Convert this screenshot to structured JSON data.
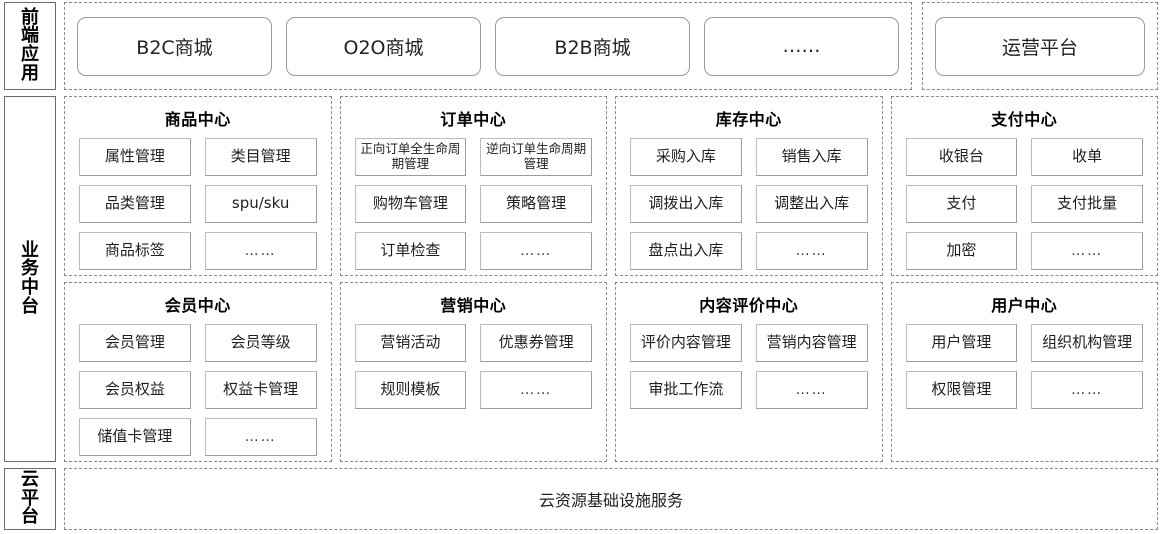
{
  "bands": {
    "frontend": {
      "label": "前端应用",
      "apps": [
        "B2C商城",
        "O2O商城",
        "B2B商城",
        "……"
      ],
      "ops": [
        "运营平台"
      ]
    },
    "mid_platform": {
      "label": "业务中台",
      "row1": [
        {
          "title": "商品中心",
          "modules": [
            "属性管理",
            "类目管理",
            "品类管理",
            "spu/sku",
            "商品标签",
            "……"
          ]
        },
        {
          "title": "订单中心",
          "modules": [
            "正向订单全生命周期管理",
            "逆向订单生命周期管理",
            "购物车管理",
            "策略管理",
            "订单检查",
            "……"
          ]
        },
        {
          "title": "库存中心",
          "modules": [
            "采购入库",
            "销售入库",
            "调拨出入库",
            "调整出入库",
            "盘点出入库",
            "……"
          ]
        },
        {
          "title": "支付中心",
          "modules": [
            "收银台",
            "收单",
            "支付",
            "支付批量",
            "加密",
            "……"
          ]
        }
      ],
      "row2": [
        {
          "title": "会员中心",
          "modules": [
            "会员管理",
            "会员等级",
            "会员权益",
            "权益卡管理",
            "储值卡管理",
            "……"
          ]
        },
        {
          "title": "营销中心",
          "modules": [
            "营销活动",
            "优惠券管理",
            "规则模板",
            "……"
          ]
        },
        {
          "title": "内容评价中心",
          "modules": [
            "评价内容管理",
            "营销内容管理",
            "审批工作流",
            "……"
          ]
        },
        {
          "title": "用户中心",
          "modules": [
            "用户管理",
            "组织机构管理",
            "权限管理",
            "……"
          ]
        }
      ]
    },
    "cloud": {
      "label": "云平台",
      "text": "云资源基础设施服务"
    }
  },
  "colors": {
    "background": "#ffffff",
    "dashed_border": "#8a8a8a",
    "solid_border": "#6b6b6b",
    "module_border": "#bdbdbd",
    "text": "#1a1a1a"
  }
}
